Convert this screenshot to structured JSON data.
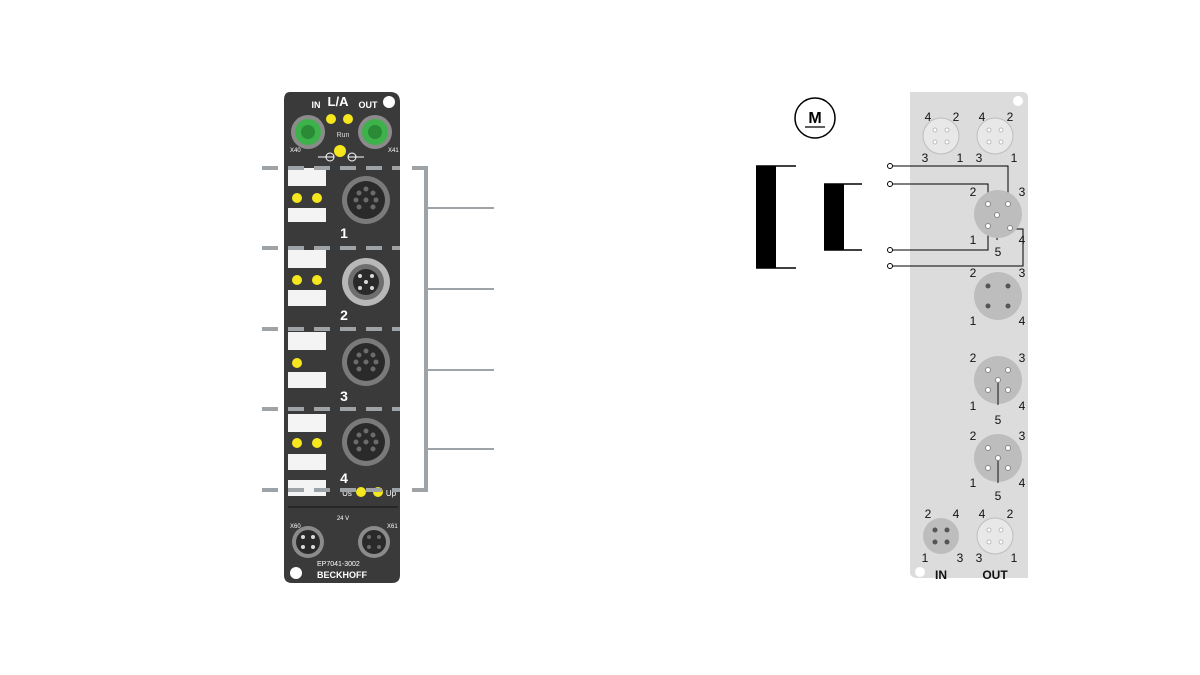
{
  "device": {
    "la_label": "L/A",
    "in_label": "IN",
    "out_label": "OUT",
    "run_label": "Run",
    "x40": "X40",
    "x41": "X41",
    "x60": "X60",
    "x61": "X61",
    "power_label": "24 V",
    "us_label": "Us",
    "up_label": "Up",
    "model": "EP7041-3002",
    "brand": "BECKHOFF",
    "slots": [
      {
        "number": "1"
      },
      {
        "number": "2"
      },
      {
        "number": "3"
      },
      {
        "number": "4"
      }
    ]
  },
  "schematic": {
    "motor_label": "M",
    "ethercat_in_label": "IN",
    "ethercat_out_label": "OUT",
    "top_in_pins": {
      "tl": "4",
      "tr": "2",
      "bl": "3",
      "br": "1"
    },
    "top_out_pins": {
      "tl": "4",
      "tr": "2",
      "bl": "3",
      "br": "1"
    },
    "bottom_in_pins": {
      "tl": "2",
      "tr": "4",
      "bl": "1",
      "br": "3"
    },
    "bottom_out_pins": {
      "tl": "4",
      "tr": "2",
      "bl": "3",
      "br": "1"
    },
    "m8_pins": [
      {
        "tl": "2",
        "tr": "3",
        "bl": "1",
        "br": "4",
        "bottom": "5"
      },
      {
        "tl": "2",
        "tr": "3",
        "bl": "1",
        "br": "4",
        "bottom": ""
      },
      {
        "tl": "2",
        "tr": "3",
        "bl": "1",
        "br": "4",
        "bottom": "5"
      },
      {
        "tl": "2",
        "tr": "3",
        "bl": "1",
        "br": "4",
        "bottom": "5"
      }
    ]
  },
  "colors": {
    "housing": "#3a3a3a",
    "led_yellow": "#f5e61e",
    "connector_green": "#3db24a",
    "panel_gray": "#dcdcdc",
    "bracket_gray": "#9ea3a8"
  }
}
